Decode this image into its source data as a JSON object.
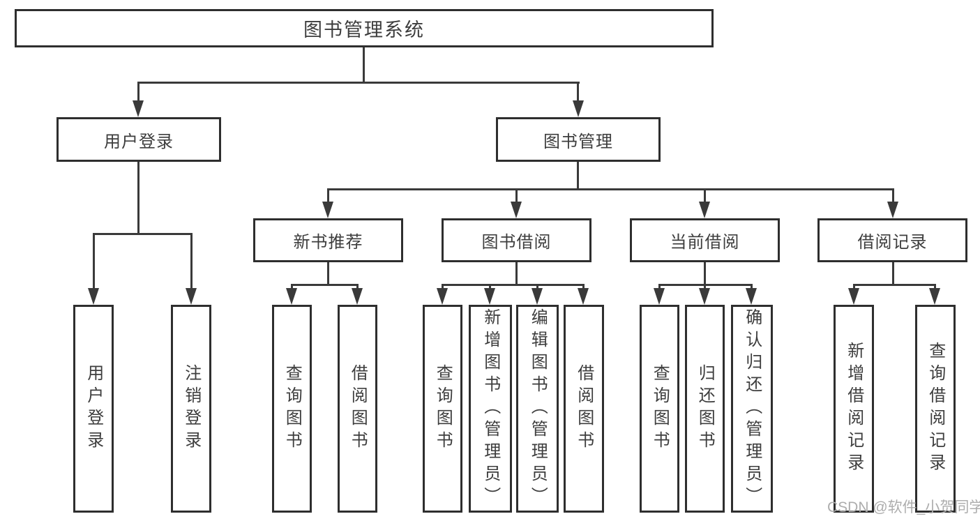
{
  "diagram": {
    "title": "图书管理系统",
    "level2": [
      {
        "label": "用户登录",
        "children": [
          {
            "label": "用户登录"
          },
          {
            "label": "注销登录"
          }
        ]
      },
      {
        "label": "图书管理",
        "children": [
          {
            "label": "新书推荐",
            "children": [
              {
                "label": "查询图书"
              },
              {
                "label": "借阅图书"
              }
            ]
          },
          {
            "label": "图书借阅",
            "children": [
              {
                "label": "查询图书"
              },
              {
                "label": "新增图书（管理员）"
              },
              {
                "label": "编辑图书（管理员）"
              },
              {
                "label": "借阅图书"
              }
            ]
          },
          {
            "label": "当前借阅",
            "children": [
              {
                "label": "查询图书"
              },
              {
                "label": "归还图书"
              },
              {
                "label": "确认归还（管理员）"
              }
            ]
          },
          {
            "label": "借阅记录",
            "children": [
              {
                "label": "新增借阅记录"
              },
              {
                "label": "查询借阅记录"
              }
            ]
          }
        ]
      }
    ]
  },
  "watermark": {
    "text": "CSDN @软件_小贺同学"
  },
  "colors": {
    "background": "#ffffff",
    "box_border": "#2e2e2e",
    "line": "#3a3a3a",
    "text": "#3d3d3d",
    "watermark": "#adadad"
  }
}
